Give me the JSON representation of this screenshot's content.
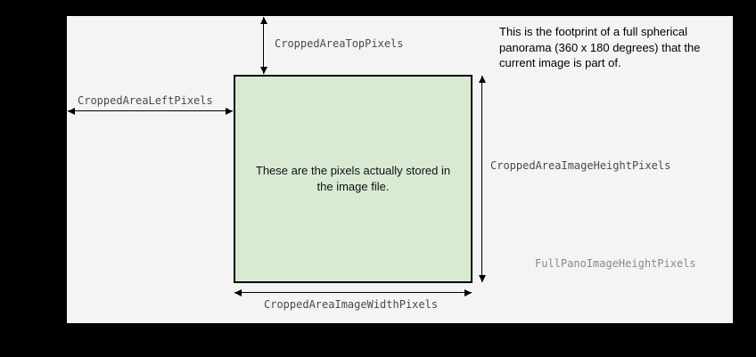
{
  "diagram": {
    "note": "This is the footprint of a full spherical panorama (360 x 180 degrees) that the current image is part of.",
    "cropped_area_caption": "These are the pixels actually stored in the image file.",
    "labels": {
      "cropped_top": "CroppedAreaTopPixels",
      "cropped_left": "CroppedAreaLeftPixels",
      "cropped_height": "CroppedAreaImageHeightPixels",
      "cropped_width": "CroppedAreaImageWidthPixels",
      "full_pano_height": "FullPanoImageHeightPixels"
    },
    "colors": {
      "background": "#000000",
      "full_pano_fill": "#f4f4f4",
      "cropped_fill": "#d9ead3",
      "stroke": "#000000",
      "label": "#4a4a4a",
      "full_pano_label": "#8a8a8a"
    }
  }
}
